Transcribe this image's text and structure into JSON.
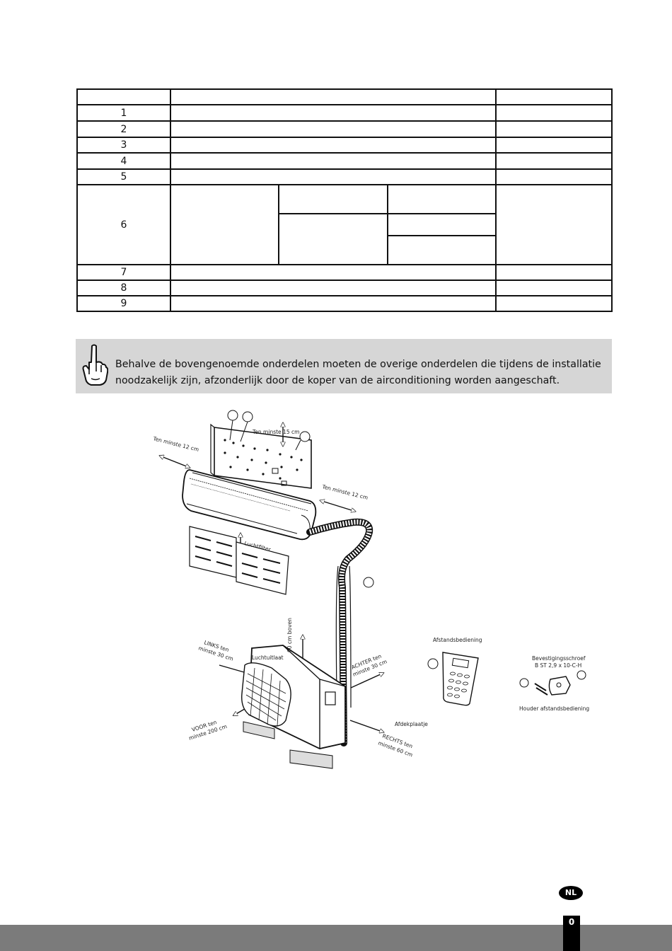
{
  "table": {
    "rows": [
      "1",
      "2",
      "3",
      "4",
      "5",
      "6",
      "7",
      "8",
      "9"
    ]
  },
  "note": {
    "icon": "pointing-hand-icon",
    "text_line1": "Behalve de bovengenoemde onderdelen moeten de overige onderdelen die tijdens de installatie",
    "text_line2": "noodzakelijk zijn, afzonderlijk door de koper van de airconditioning worden aangeschaft."
  },
  "diagram": {
    "labels": {
      "top_15": "Ten minste 15 cm",
      "left_12": "Ten minste 12 cm",
      "right_12": "Ten minste 12 cm",
      "filter": "Luchtfilter",
      "above_60": "60 cm boven",
      "left_30_a": "LINKS ten",
      "left_30_b": "minste 30 cm",
      "outlet": "Luchtuitlaat",
      "back_30_a": "ACHTER ten",
      "back_30_b": "minste 30 cm",
      "front_200_a": "VOOR ten",
      "front_200_b": "minste 200 cm",
      "cover_plate": "Afdekplaatje",
      "right_60_a": "RECHTS ten",
      "right_60_b": "minste 60 cm",
      "remote": "Afstandsbediening",
      "screw_a": "Bevestigingsschroef",
      "screw_b": "B ST 2,9 x 10-C-H",
      "holder": "Houder afstandsbediening"
    }
  },
  "footer": {
    "language": "NL",
    "page_number": "0"
  }
}
